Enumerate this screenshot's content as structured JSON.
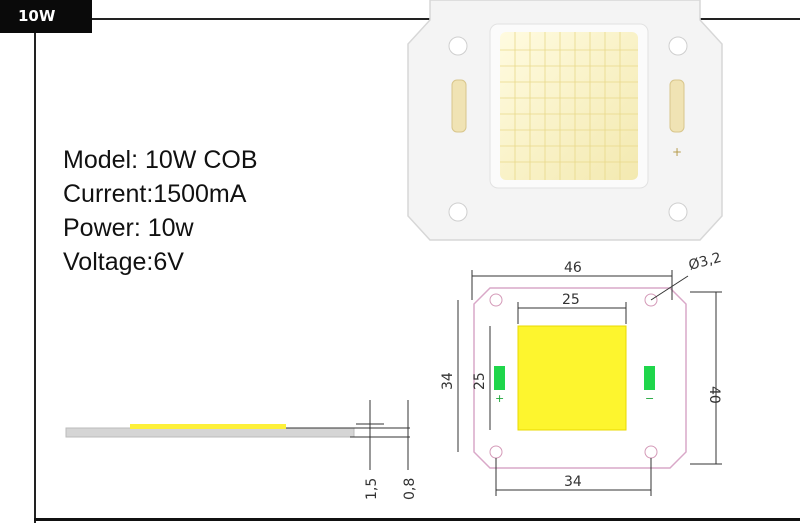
{
  "tag": "10W",
  "specs": {
    "model": "Model: 10W COB",
    "current": "Current:1500mA",
    "power": "Power: 10w",
    "voltage": "Voltage:6V"
  },
  "drawing": {
    "top_width": "46",
    "hole_diameter": "Ø3,2",
    "inner_top": "25",
    "left_height": "34",
    "inner_left": "25",
    "right_height": "40",
    "bottom_width": "34",
    "side_thickness_total": "1,5",
    "side_thickness_board": "0,8",
    "plus_sign": "+",
    "minus_sign": "−"
  },
  "photo": {
    "plus_mark": "+"
  }
}
